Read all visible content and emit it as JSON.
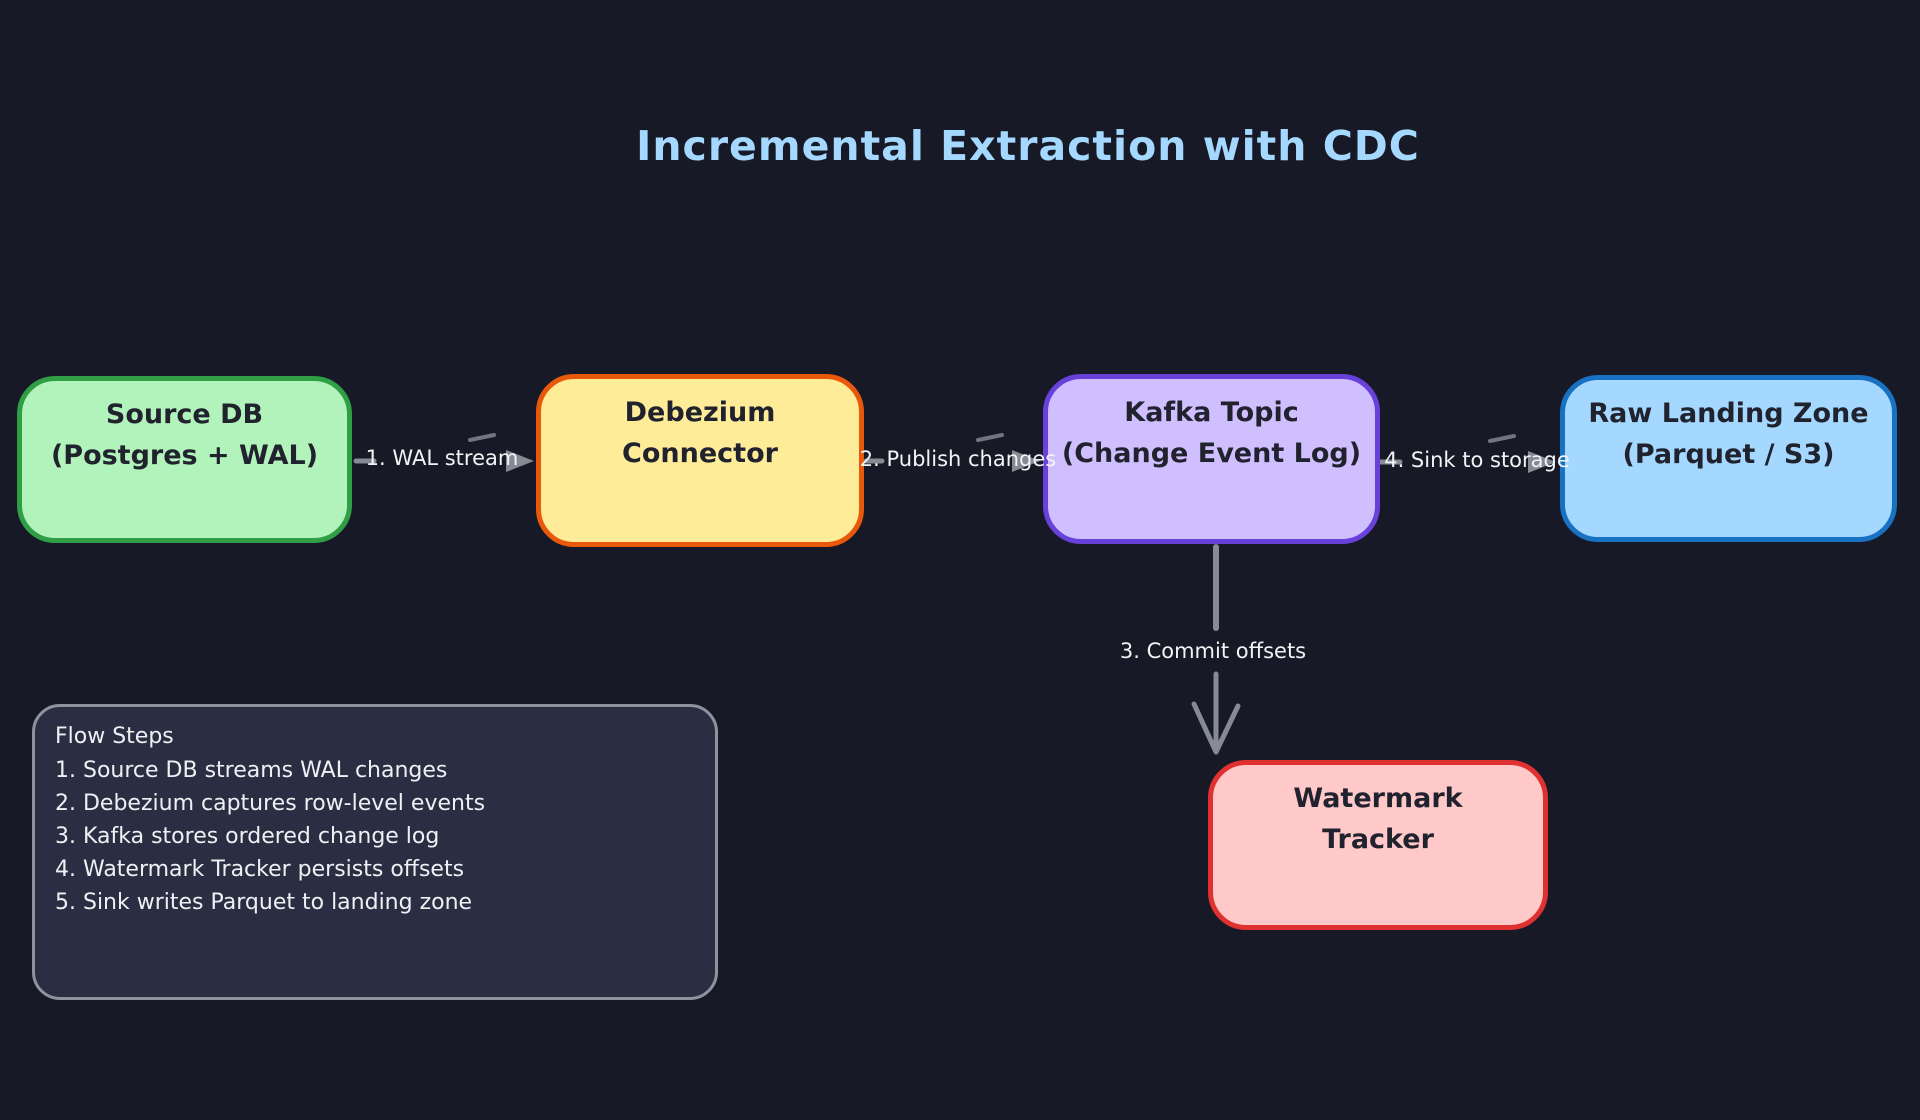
{
  "title": "Incremental Extraction with CDC",
  "colors": {
    "background": "#171a26",
    "title": "#a5d8ff",
    "arrow": "#858a94",
    "arrow_sketch": "#70757f",
    "edge_label_text": "#f1f3f5",
    "node_text": "#20222e",
    "panel_fill": "#2b2e42",
    "panel_border": "#8d939d",
    "panel_text": "#eef1f4"
  },
  "nodes": [
    {
      "id": "source-db",
      "label": "Source DB",
      "sublabel": "(Postgres + WAL)",
      "fill": "#b2f2bb",
      "border": "#2f9e44"
    },
    {
      "id": "debezium",
      "label": "Debezium",
      "sublabel": "Connector",
      "fill": "#ffec99",
      "border": "#e8590c"
    },
    {
      "id": "kafka",
      "label": "Kafka Topic",
      "sublabel": "(Change Event Log)",
      "fill": "#d0bfff",
      "border": "#6741d9"
    },
    {
      "id": "landing",
      "label": "Raw Landing Zone",
      "sublabel": "(Parquet / S3)",
      "fill": "#a5d8ff",
      "border": "#1971c2"
    },
    {
      "id": "watermark",
      "label": "Watermark",
      "sublabel": "Tracker",
      "fill": "#ffc9c9",
      "border": "#e03131"
    }
  ],
  "edges": [
    {
      "from": "source-db",
      "to": "debezium",
      "label": "1. WAL stream"
    },
    {
      "from": "debezium",
      "to": "kafka",
      "label": "2. Publish changes"
    },
    {
      "from": "kafka",
      "to": "landing",
      "label": "4. Sink to storage"
    },
    {
      "from": "kafka",
      "to": "watermark",
      "label": "3. Commit offsets"
    }
  ],
  "flow_steps": {
    "heading": "Flow Steps",
    "items": [
      "1. Source DB streams WAL changes",
      "2. Debezium captures row-level events",
      "3. Kafka stores ordered change log",
      "4. Watermark Tracker persists offsets",
      "5. Sink writes Parquet to landing zone"
    ]
  }
}
